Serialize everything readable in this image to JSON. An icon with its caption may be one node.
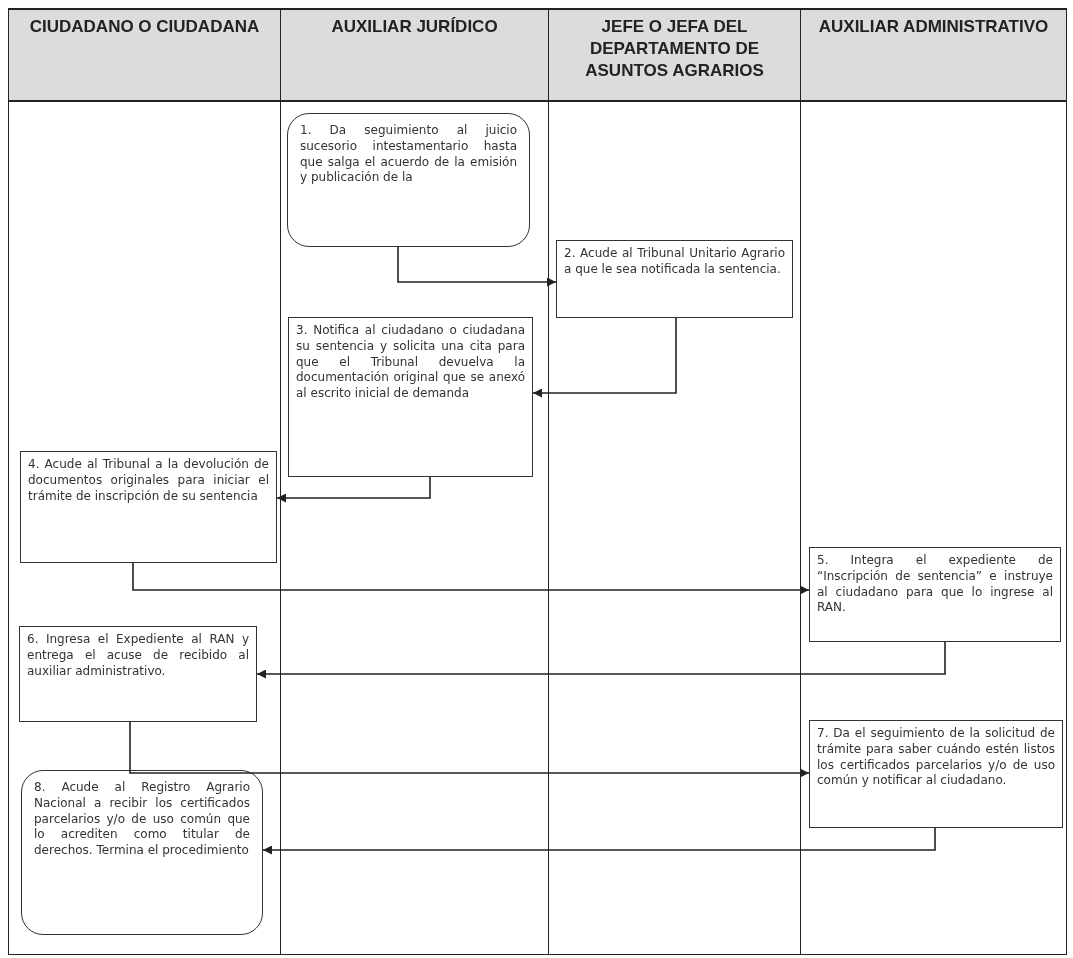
{
  "diagram": {
    "nodes": [
      {
        "text": [
          "CIUDADANO O CIUDADANA"
        ]
      },
      {
        "text": [
          "AUXILIAR JURÍDICO"
        ]
      },
      {
        "text": [
          "JEFE O JEFA DEL DEPARTAMENTO DE ASUNTOS AGRARIOS"
        ]
      },
      {
        "text": [
          "AUXILIAR ADMINISTRATIVO"
        ]
      },
      {
        "text": [
          "1. Da seguimiento al juicio sucesorio intestamentario hasta que salga el acuerdo de la emisión y publicación de la"
        ],
        "in": 1
      },
      {
        "text": [
          "2. Acude al Tribunal Unitario Agrario a que le sea notificada la sentencia."
        ],
        "in": 2
      },
      {
        "text": [
          "3. Notifica al ciudadano o ciudadana su sentencia y solicita una cita para que el Tribunal devuelva la documentación original que se anexó al escrito inicial de demanda"
        ],
        "in": 1
      },
      {
        "text": [
          "4. Acude al Tribunal a la devolución de documentos originales para iniciar el trámite de inscripción de su sentencia"
        ],
        "in": 0
      },
      {
        "text": [
          "5. Integra el expediente de “Inscripción de sentencia” e instruye al ciudadano para que lo ingrese al RAN."
        ],
        "in": 3
      },
      {
        "text": [
          "6. Ingresa el Expediente al RAN y entrega el acuse de recibido al auxiliar administrativo."
        ],
        "in": 0
      },
      {
        "text": [
          "7. Da el seguimiento de la solicitud de trámite para saber cuándo estén listos los certificados parcelarios y/o de uso común y notificar al ciudadano."
        ],
        "in": 3
      },
      {
        "text": [
          "8. Acude al Registro Agrario Nacional a recibir los certificados parcelarios y/o de uso común que lo acrediten como titular de derechos. Termina el procedimiento"
        ],
        "in": 0
      }
    ],
    "edges": [
      {
        "from": 4,
        "to": 5,
        "arrow": "to"
      },
      {
        "from": 5,
        "to": 6,
        "arrow": "to"
      },
      {
        "from": 6,
        "to": 7,
        "arrow": "to"
      },
      {
        "from": 7,
        "to": 8,
        "arrow": "to"
      },
      {
        "from": 8,
        "to": 9,
        "arrow": "to"
      },
      {
        "from": 9,
        "to": 10,
        "arrow": "to"
      },
      {
        "from": 10,
        "to": 11,
        "arrow": "to"
      }
    ]
  }
}
